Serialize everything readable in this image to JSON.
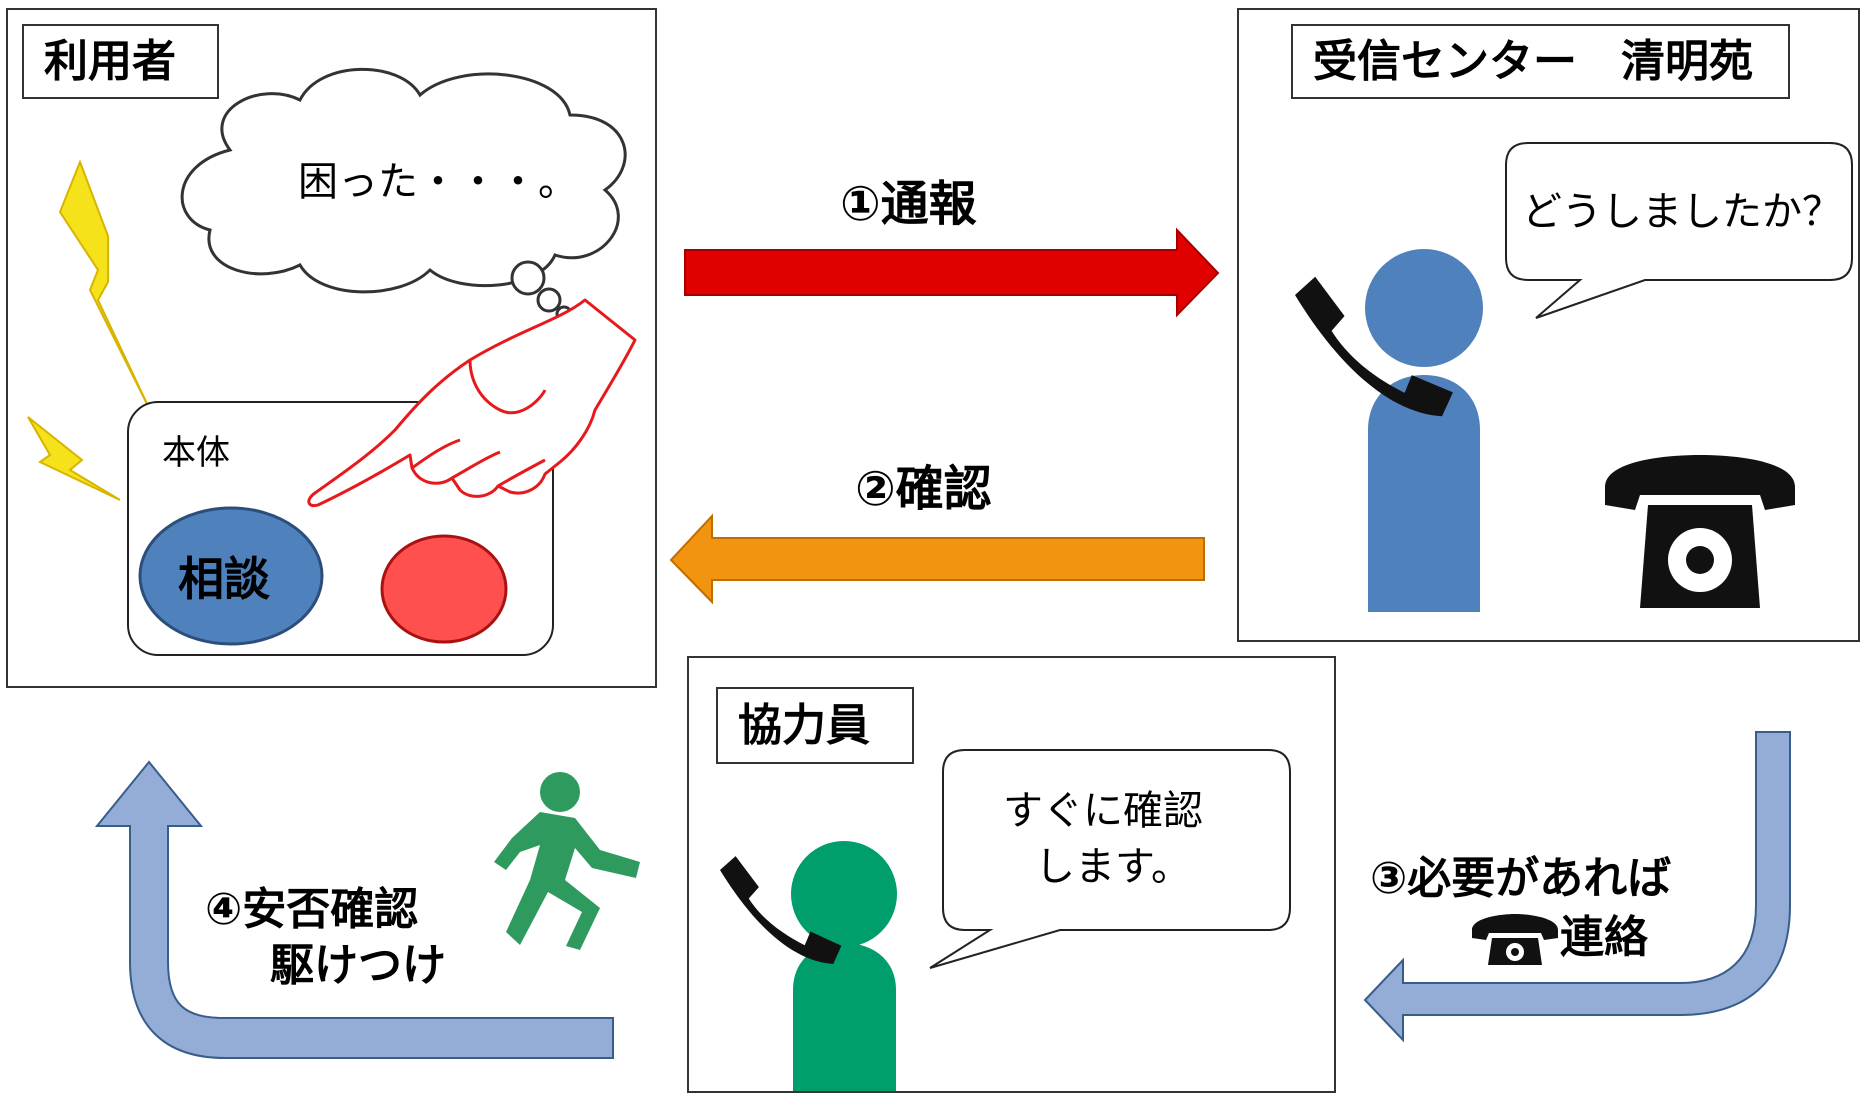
{
  "user_panel": {
    "title": "利用者",
    "thought": "困った・・・。",
    "device_label": "本体",
    "consult_button": "相談"
  },
  "center_panel": {
    "title": "受信センター　清明苑",
    "speech": "どうしましたか？"
  },
  "helper_panel": {
    "title": "協力員",
    "speech_line1": "すぐに確認",
    "speech_line2": "します。"
  },
  "steps": {
    "step1": "①通報",
    "step2": "②確認",
    "step3_line1": "③必要があれば",
    "step3_line2": "連絡",
    "step4_line1": "④安否確認",
    "step4_line2": "駆けつけ"
  },
  "colors": {
    "arrow_notify": "#e00000",
    "arrow_confirm": "#f39410",
    "arrow_contact": "#93add6",
    "center_person": "#4f81bd",
    "helper_person": "#009e6c",
    "consult_button": "#4f81bd",
    "emergency_button": "#ff5050",
    "lightning": "#f5e21a",
    "runner": "#2e9a5e"
  }
}
